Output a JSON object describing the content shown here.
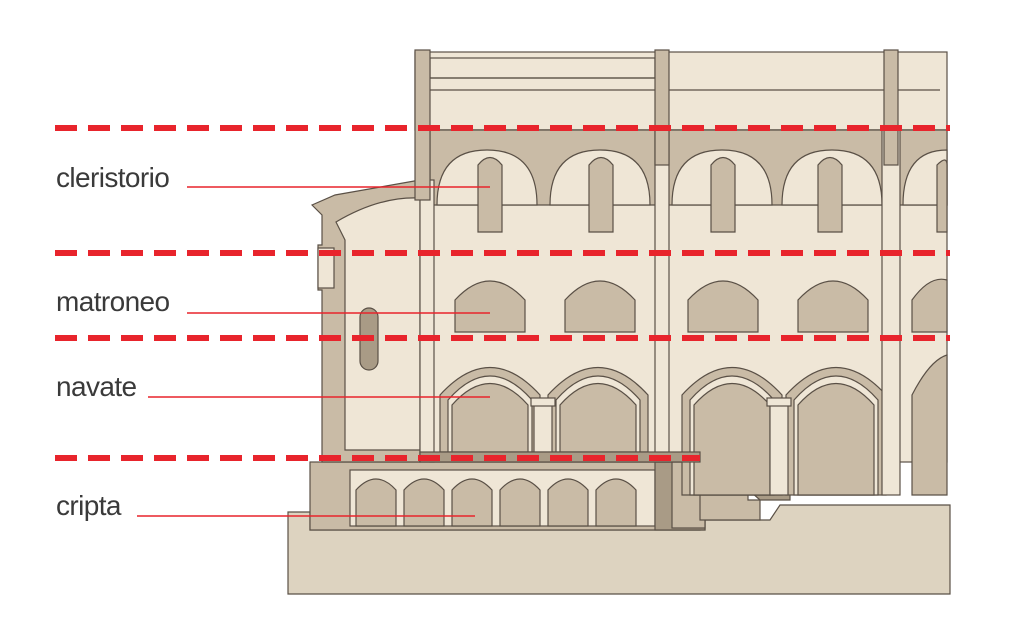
{
  "labels": {
    "clerestory": "cleristorio",
    "gallery": "matroneo",
    "naves": "navate",
    "crypt": "cripta"
  },
  "colors": {
    "level_divider": "#e8242c",
    "leader_line": "#e8242c",
    "wall_light": "#efe6d6",
    "wall_mid": "#c9bba6",
    "wall_dark": "#a99b86",
    "outline": "#5a5046",
    "ground": "#ddd3c0",
    "label_text": "#3a3a3a"
  }
}
